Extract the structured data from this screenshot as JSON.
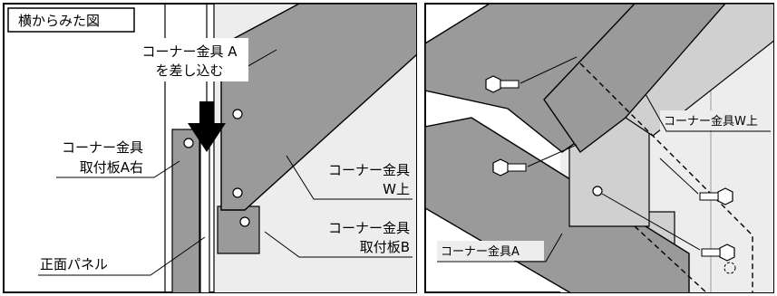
{
  "left_panel": {
    "view_label": "横からみた図",
    "insert_line1": "コーナー金具 A",
    "insert_line2": "を差し込む",
    "plate_a_right_line1": "コーナー金具",
    "plate_a_right_line2": "取付板A右",
    "fitting_w_top_line1": "コーナー金具",
    "fitting_w_top_line2": "W上",
    "plate_b_line1": "コーナー金具",
    "plate_b_line2": "取付板B",
    "front_panel": "正面パネル"
  },
  "right_panel": {
    "fitting_w_top": "コーナー金具W上",
    "fitting_a": "コーナー金具A"
  }
}
